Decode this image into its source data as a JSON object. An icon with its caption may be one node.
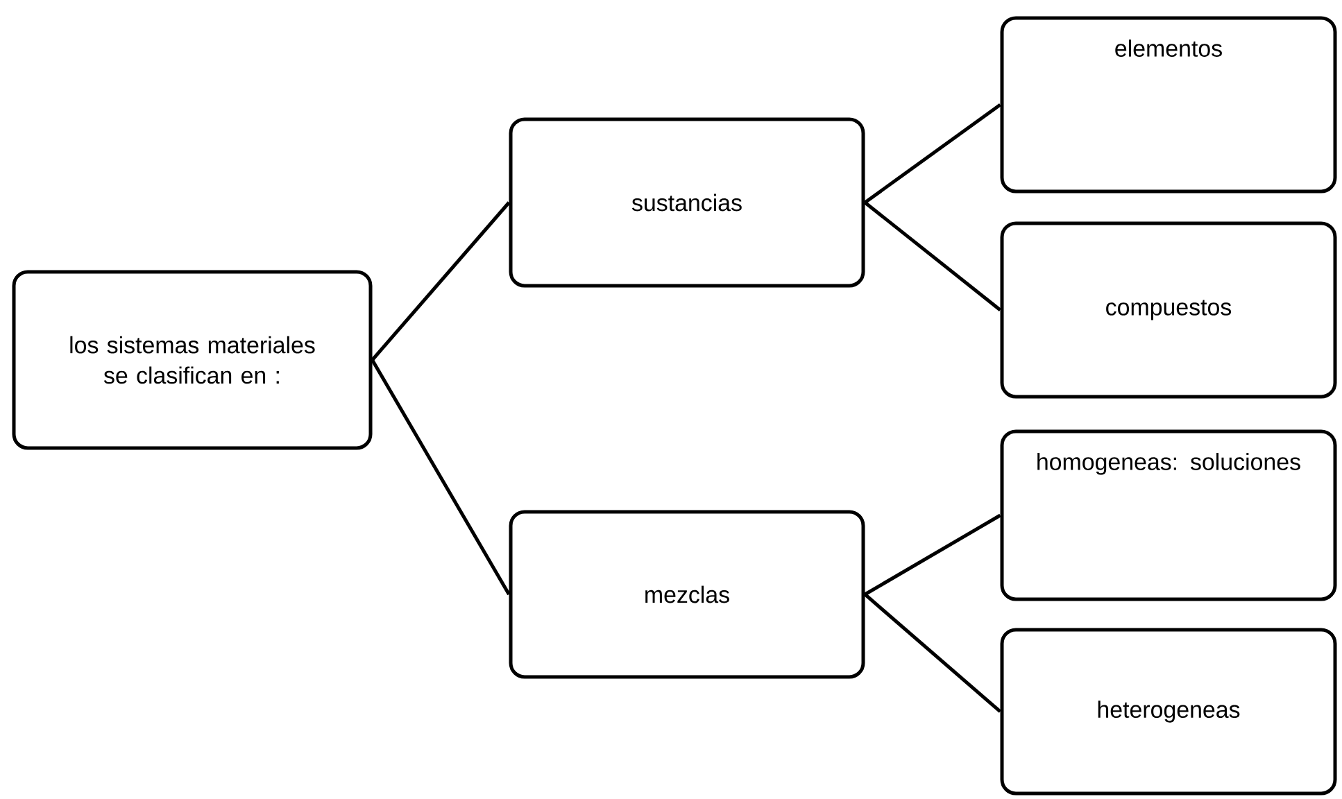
{
  "diagram": {
    "nodes": [
      {
        "text": [
          "los sistemas materiales se clasifican en :"
        ]
      },
      {
        "text": [
          "sustancias"
        ]
      },
      {
        "text": [
          "mezclas"
        ]
      },
      {
        "text": [
          "elementos"
        ]
      },
      {
        "text": [
          "compuestos"
        ]
      },
      {
        "text": [
          "homogeneas: soluciones"
        ]
      },
      {
        "text": [
          "heterogeneas"
        ]
      }
    ],
    "edges": [
      {
        "from": 0,
        "to": 1,
        "arrow": "none"
      },
      {
        "from": 0,
        "to": 2,
        "arrow": "none"
      },
      {
        "from": 1,
        "to": 3,
        "arrow": "none"
      },
      {
        "from": 1,
        "to": 4,
        "arrow": "none"
      },
      {
        "from": 2,
        "to": 5,
        "arrow": "none"
      },
      {
        "from": 2,
        "to": 6,
        "arrow": "none"
      }
    ]
  }
}
